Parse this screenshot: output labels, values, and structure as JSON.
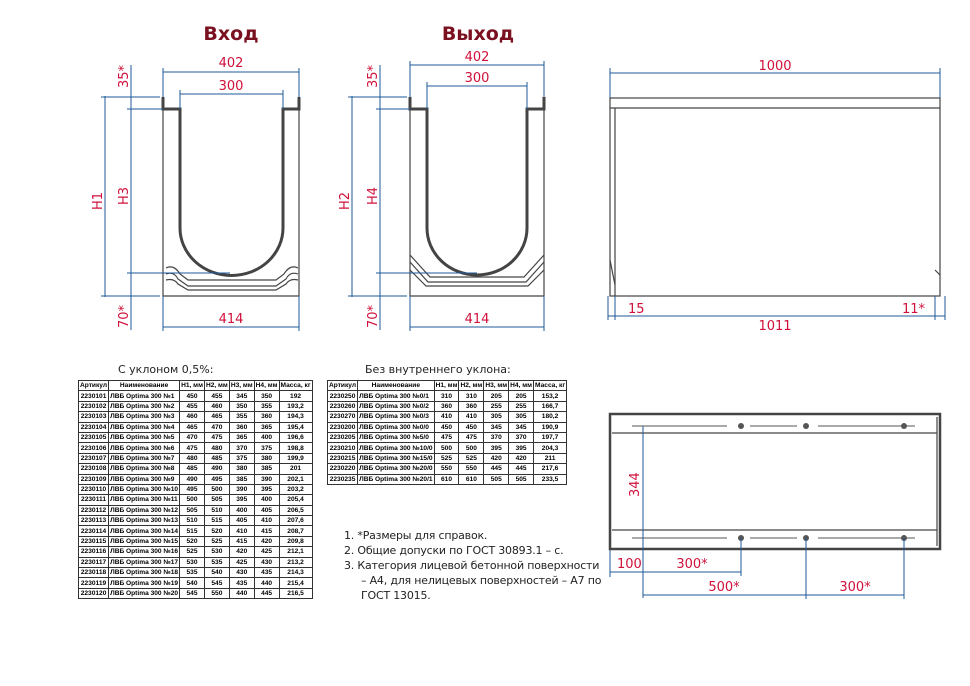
{
  "drawing": {
    "inlet_title": "Вход",
    "outlet_title": "Выход",
    "inlet": {
      "w_top": "402",
      "w_inner": "300",
      "w_bottom": "414",
      "h_lip": "35*",
      "h_base": "70*",
      "h_total": "H1",
      "h_inner": "H3"
    },
    "outlet": {
      "w_top": "402",
      "w_inner": "300",
      "w_bottom": "414",
      "h_lip": "35*",
      "h_base": "70*",
      "h_total": "H2",
      "h_inner": "H4"
    },
    "side": {
      "length_top": "1000",
      "length_bottom": "1011",
      "left_offset": "15",
      "right_offset": "11*"
    },
    "plan": {
      "width": "344",
      "d1": "100",
      "d2": "300*",
      "d3": "500*",
      "d4": "300*"
    }
  },
  "table_slope": {
    "caption": "С уклоном 0,5%:",
    "headers": [
      "Артикул",
      "Наименование",
      "H1, мм",
      "H2, мм",
      "H3, мм",
      "H4, мм",
      "Масса, кг"
    ],
    "rows": [
      [
        "2230101",
        "ЛВБ Optima 300 №1",
        "450",
        "455",
        "345",
        "350",
        "192"
      ],
      [
        "2230102",
        "ЛВБ Optima 300 №2",
        "455",
        "460",
        "350",
        "355",
        "193,2"
      ],
      [
        "2230103",
        "ЛВБ Optima 300 №3",
        "460",
        "465",
        "355",
        "360",
        "194,3"
      ],
      [
        "2230104",
        "ЛВБ Optima 300 №4",
        "465",
        "470",
        "360",
        "365",
        "195,4"
      ],
      [
        "2230105",
        "ЛВБ Optima 300 №5",
        "470",
        "475",
        "365",
        "400",
        "196,6"
      ],
      [
        "2230106",
        "ЛВБ Optima 300 №6",
        "475",
        "480",
        "370",
        "375",
        "198,8"
      ],
      [
        "2230107",
        "ЛВБ Optima 300 №7",
        "480",
        "485",
        "375",
        "380",
        "199,9"
      ],
      [
        "2230108",
        "ЛВБ Optima 300 №8",
        "485",
        "490",
        "380",
        "385",
        "201"
      ],
      [
        "2230109",
        "ЛВБ Optima 300 №9",
        "490",
        "495",
        "385",
        "390",
        "202,1"
      ],
      [
        "2230110",
        "ЛВБ Optima 300 №10",
        "495",
        "500",
        "390",
        "395",
        "203,2"
      ],
      [
        "2230111",
        "ЛВБ Optima 300 №11",
        "500",
        "505",
        "395",
        "400",
        "205,4"
      ],
      [
        "2230112",
        "ЛВБ Optima 300 №12",
        "505",
        "510",
        "400",
        "405",
        "206,5"
      ],
      [
        "2230113",
        "ЛВБ Optima 300 №13",
        "510",
        "515",
        "405",
        "410",
        "207,6"
      ],
      [
        "2230114",
        "ЛВБ Optima 300 №14",
        "515",
        "520",
        "410",
        "415",
        "208,7"
      ],
      [
        "2230115",
        "ЛВБ Optima 300 №15",
        "520",
        "525",
        "415",
        "420",
        "209,8"
      ],
      [
        "2230116",
        "ЛВБ Optima 300 №16",
        "525",
        "530",
        "420",
        "425",
        "212,1"
      ],
      [
        "2230117",
        "ЛВБ Optima 300 №17",
        "530",
        "535",
        "425",
        "430",
        "213,2"
      ],
      [
        "2230118",
        "ЛВБ Optima 300 №18",
        "535",
        "540",
        "430",
        "435",
        "214,3"
      ],
      [
        "2230119",
        "ЛВБ Optima 300 №19",
        "540",
        "545",
        "435",
        "440",
        "215,4"
      ],
      [
        "2230120",
        "ЛВБ Optima 300 №20",
        "545",
        "550",
        "440",
        "445",
        "216,5"
      ]
    ]
  },
  "table_flat": {
    "caption": "Без внутреннего уклона:",
    "headers": [
      "Артикул",
      "Наименование",
      "H1, мм",
      "H2, мм",
      "H3, мм",
      "H4, мм",
      "Масса, кг"
    ],
    "rows": [
      [
        "2230250",
        "ЛВБ Optima 300 №0/1",
        "310",
        "310",
        "205",
        "205",
        "153,2"
      ],
      [
        "2230260",
        "ЛВБ Optima 300 №0/2",
        "360",
        "360",
        "255",
        "255",
        "166,7"
      ],
      [
        "2230270",
        "ЛВБ Optima 300 №0/3",
        "410",
        "410",
        "305",
        "305",
        "180,2"
      ],
      [
        "2230200",
        "ЛВБ Optima 300 №0/0",
        "450",
        "450",
        "345",
        "345",
        "190,9"
      ],
      [
        "2230205",
        "ЛВБ Optima 300 №5/0",
        "475",
        "475",
        "370",
        "370",
        "197,7"
      ],
      [
        "2230210",
        "ЛВБ Optima 300 №10/0",
        "500",
        "500",
        "395",
        "395",
        "204,3"
      ],
      [
        "2230215",
        "ЛВБ Optima 300 №15/0",
        "525",
        "525",
        "420",
        "420",
        "211"
      ],
      [
        "2230220",
        "ЛВБ Optima 300 №20/0",
        "550",
        "550",
        "445",
        "445",
        "217,6"
      ],
      [
        "2230235",
        "ЛВБ Optima 300 №20/1",
        "610",
        "610",
        "505",
        "505",
        "233,5"
      ]
    ]
  },
  "notes": [
    "1.  *Размеры для справок.",
    "2.  Общие допуски по ГОСТ 30893.1 – с.",
    "3.  Категория лицевой бетонной поверхности – А4, для нелицевых поверхностей – А7 по ГОСТ 13015."
  ]
}
